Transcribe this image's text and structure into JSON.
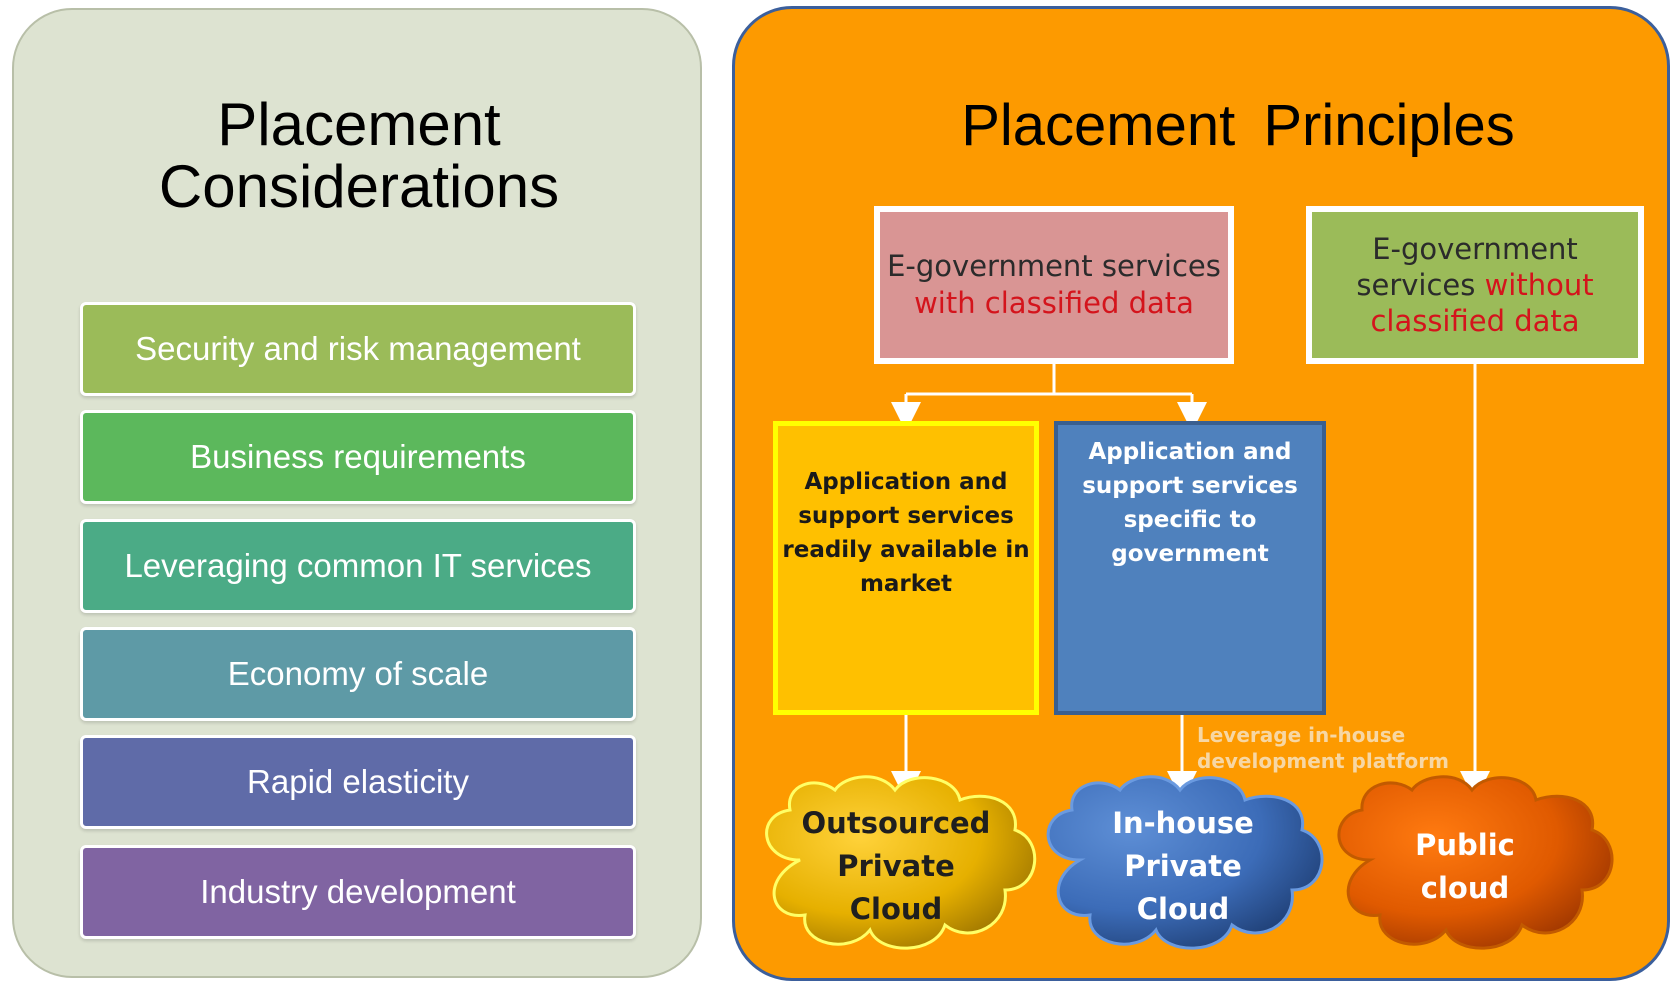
{
  "left_panel": {
    "title_line1": "Placement",
    "title_line2": "Considerations",
    "items": [
      {
        "label": "Security and risk management",
        "color": "#9bbb59"
      },
      {
        "label": "Business requirements",
        "color": "#5cb85c"
      },
      {
        "label": "Leveraging common IT services",
        "color": "#4bab86"
      },
      {
        "label": "Economy of scale",
        "color": "#5e9aa6"
      },
      {
        "label": "Rapid elasticity",
        "color": "#5f6ba8"
      },
      {
        "label": "Industry development",
        "color": "#8064a2"
      }
    ]
  },
  "right_panel": {
    "title": "Placement Principles",
    "classified": {
      "line1": "E-government services",
      "line2_red": "with classified data"
    },
    "unclassified": {
      "line1": "E-government",
      "line2_pre": "services ",
      "line2_red": "without",
      "line3_red": "classified data"
    },
    "market_box": {
      "line1": "Application and",
      "line2": "support services",
      "line3": "readily available in",
      "line4": "market"
    },
    "gov_box": {
      "line1": "Application and",
      "line2": "support services",
      "line3": "specific to government"
    },
    "note": {
      "line1": "Leverage in-house",
      "line2": "development platform"
    },
    "clouds": {
      "outsourced": {
        "line1": "Outsourced",
        "line2": "Private",
        "line3": "Cloud"
      },
      "inhouse": {
        "line1": "In-house",
        "line2": "Private",
        "line3": "Cloud"
      },
      "public": {
        "line1": "Public",
        "line2": "cloud"
      }
    }
  },
  "colors": {
    "orange_panel": "#fd9a00",
    "left_panel_bg": "#dde3d1",
    "red_text": "#d4141c"
  }
}
